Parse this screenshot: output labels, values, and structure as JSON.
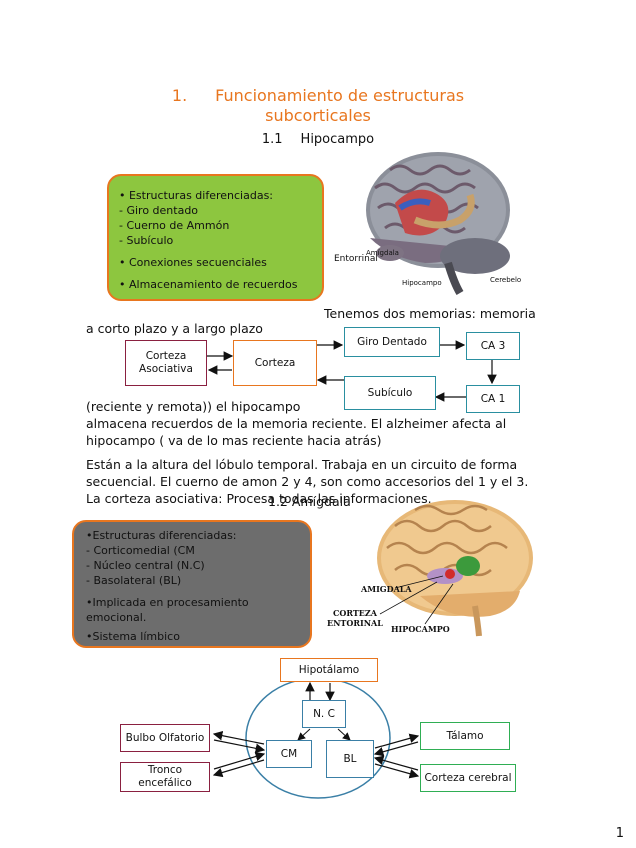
{
  "section": {
    "number": "1.",
    "title_line1": "Funcionamiento de estructuras",
    "title_line2": "subcorticales"
  },
  "hipocampo": {
    "number": "1.1",
    "title": "Hipocampo",
    "box_items": [
      "• Estructuras diferenciadas:",
      "- Giro dentado",
      "- Cuerno de Ammón",
      "- Subículo",
      "• Conexiones secuenciales",
      "• Almacenamiento de recuerdos"
    ],
    "image_labels": {
      "entorrinal": "Entorrinal",
      "amigdala": "Amígdala",
      "hipocampo": "Hipocampo",
      "cerebelo": "Cerebelo"
    },
    "text_right": "Tenemos dos memorias: memoria",
    "text_left": "a corto plazo  y a largo plazo",
    "flow": {
      "corteza_asociativa": "Corteza Asociativa",
      "corteza": "Corteza",
      "giro_dentado": "Giro Dentado",
      "ca3": "CA 3",
      "ca1": "CA 1",
      "subiculo": "Subículo"
    },
    "para1_line1": "(reciente y remota)) el hipocampo",
    "para1_line2": "almacena recuerdos de la memoria reciente. El alzheimer afecta al",
    "para1_line3": "hipocampo ( va de lo mas reciente hacia atrás)",
    "para2_line1": "Están a la altura del lóbulo temporal. Trabaja en un circuito de forma",
    "para2_line2": "secuencial. El cuerno de amon 2 y 4, son como accesorios del 1 y el 3.",
    "para2_line3": "La corteza asociativa: Procesa todas las informaciones."
  },
  "amigdala": {
    "number": "1.2",
    "title": "Amígdala",
    "box_items": [
      "•Estructuras diferenciadas:",
      "- Corticomedial (CM",
      "- Núcleo central (N.C)",
      "- Basolateral (BL)",
      "•Implicada en procesamiento emocional.",
      "•Sistema límbico"
    ],
    "image_labels": {
      "amigdala": "AMIGDALA",
      "corteza": "CORTEZA",
      "entorinal": "ENTORINAL",
      "hipocampo": "HIPOCAMPO"
    },
    "diagram": {
      "hipotalamo": "Hipotálamo",
      "nc": "N. C",
      "cm": "CM",
      "bl": "BL",
      "bulbo": "Bulbo Olfatorio",
      "tronco": "Tronco encefálico",
      "talamo": "Tálamo",
      "corteza_cerebral": "Corteza cerebral"
    }
  },
  "page_number": "1",
  "colors": {
    "accent": "#e8761f",
    "green_box": "#8dc63f",
    "gray_box": "#6d6d6d",
    "teal": "#2a8fa0",
    "maroon": "#8a2040",
    "green": "#2fae54"
  }
}
